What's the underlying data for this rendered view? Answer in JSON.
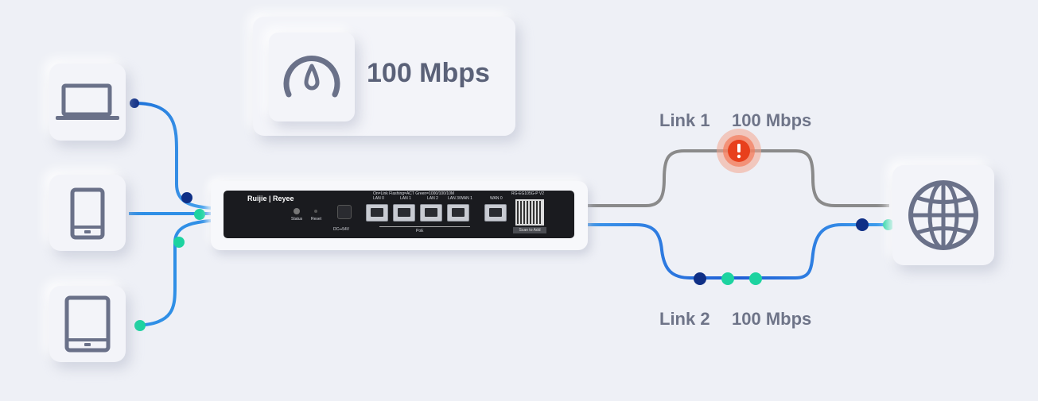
{
  "speed_card": {
    "value": "100 Mbps",
    "icon": "speedometer-icon"
  },
  "devices": [
    {
      "name": "laptop",
      "icon": "laptop-icon"
    },
    {
      "name": "phone",
      "icon": "phone-icon"
    },
    {
      "name": "tablet",
      "icon": "tablet-icon"
    }
  ],
  "router": {
    "brand": "Ruijie | Reyee",
    "model": "RG-EG105G-P V2",
    "labels": {
      "status": "Status",
      "reset": "Reset",
      "dc": "DC⎓54V",
      "legend_line1": "On=Link  Flashing=ACT  Green=1000/100/10M",
      "lan0": "LAN 0",
      "lan1": "LAN 1",
      "lan2": "LAN 2",
      "lan3": "LAN 3/WAN 1",
      "wan0": "WAN 0",
      "poe": "PoE",
      "scan": "Scan to Add"
    }
  },
  "links": [
    {
      "name": "Link 1",
      "speed": "100 Mbps",
      "status": "error",
      "status_color": "#e8401c"
    },
    {
      "name": "Link 2",
      "speed": "100 Mbps",
      "status": "active"
    }
  ],
  "internet": {
    "icon": "globe-icon"
  },
  "colors": {
    "wire_blue": "#2f8fe6",
    "wire_blue_dark": "#1f6fd9",
    "wire_gray": "#8a8a8a",
    "dot_navy": "#0f2f86",
    "dot_green": "#1dd3a0",
    "icon_gray": "#6a7189"
  }
}
